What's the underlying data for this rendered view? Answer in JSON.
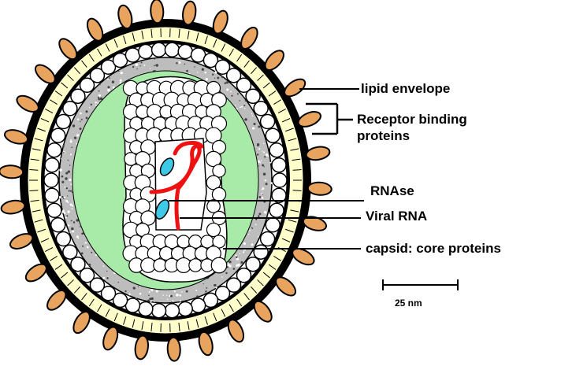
{
  "labels": {
    "lipid_envelope": "lipid envelope",
    "receptor_binding_line1": "Receptor binding",
    "receptor_binding_line2": "proteins",
    "rnase": "RNAse",
    "viral_rna": "Viral RNA",
    "capsid": "capsid: core proteins"
  },
  "scale_bar": {
    "label": "25 nm"
  },
  "colors": {
    "spike_fill": "#e8a35e",
    "inner_green": "#a8eba8",
    "rnase_blue": "#3ec9e6",
    "rna_red": "#ee1111",
    "membrane_yellow": "#ffffcc",
    "outline": "#000000"
  }
}
